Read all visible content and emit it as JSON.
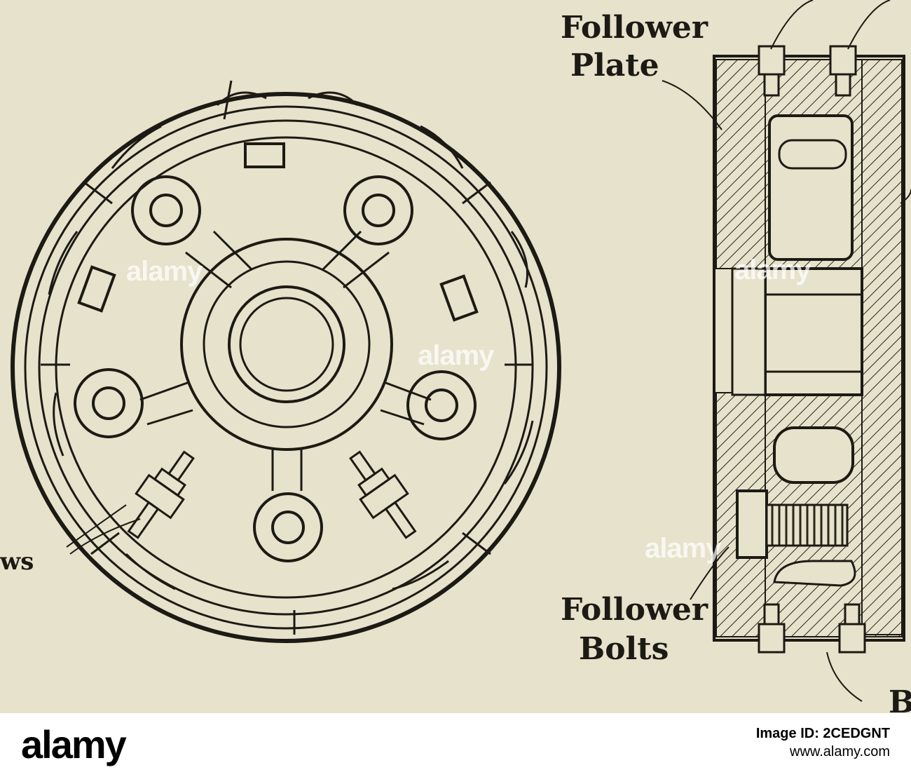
{
  "labels": {
    "follower_plate": [
      "Follower",
      "Plate"
    ],
    "follower_bolts": [
      "Follower",
      "Bolts"
    ],
    "screws_fragment": "ws",
    "bottom_right_fragment": "B"
  },
  "watermark": {
    "text": "alamy"
  },
  "footer": {
    "logo": "alamy",
    "image_id": "Image ID: 2CEDGNT",
    "url": "www.alamy.com"
  }
}
